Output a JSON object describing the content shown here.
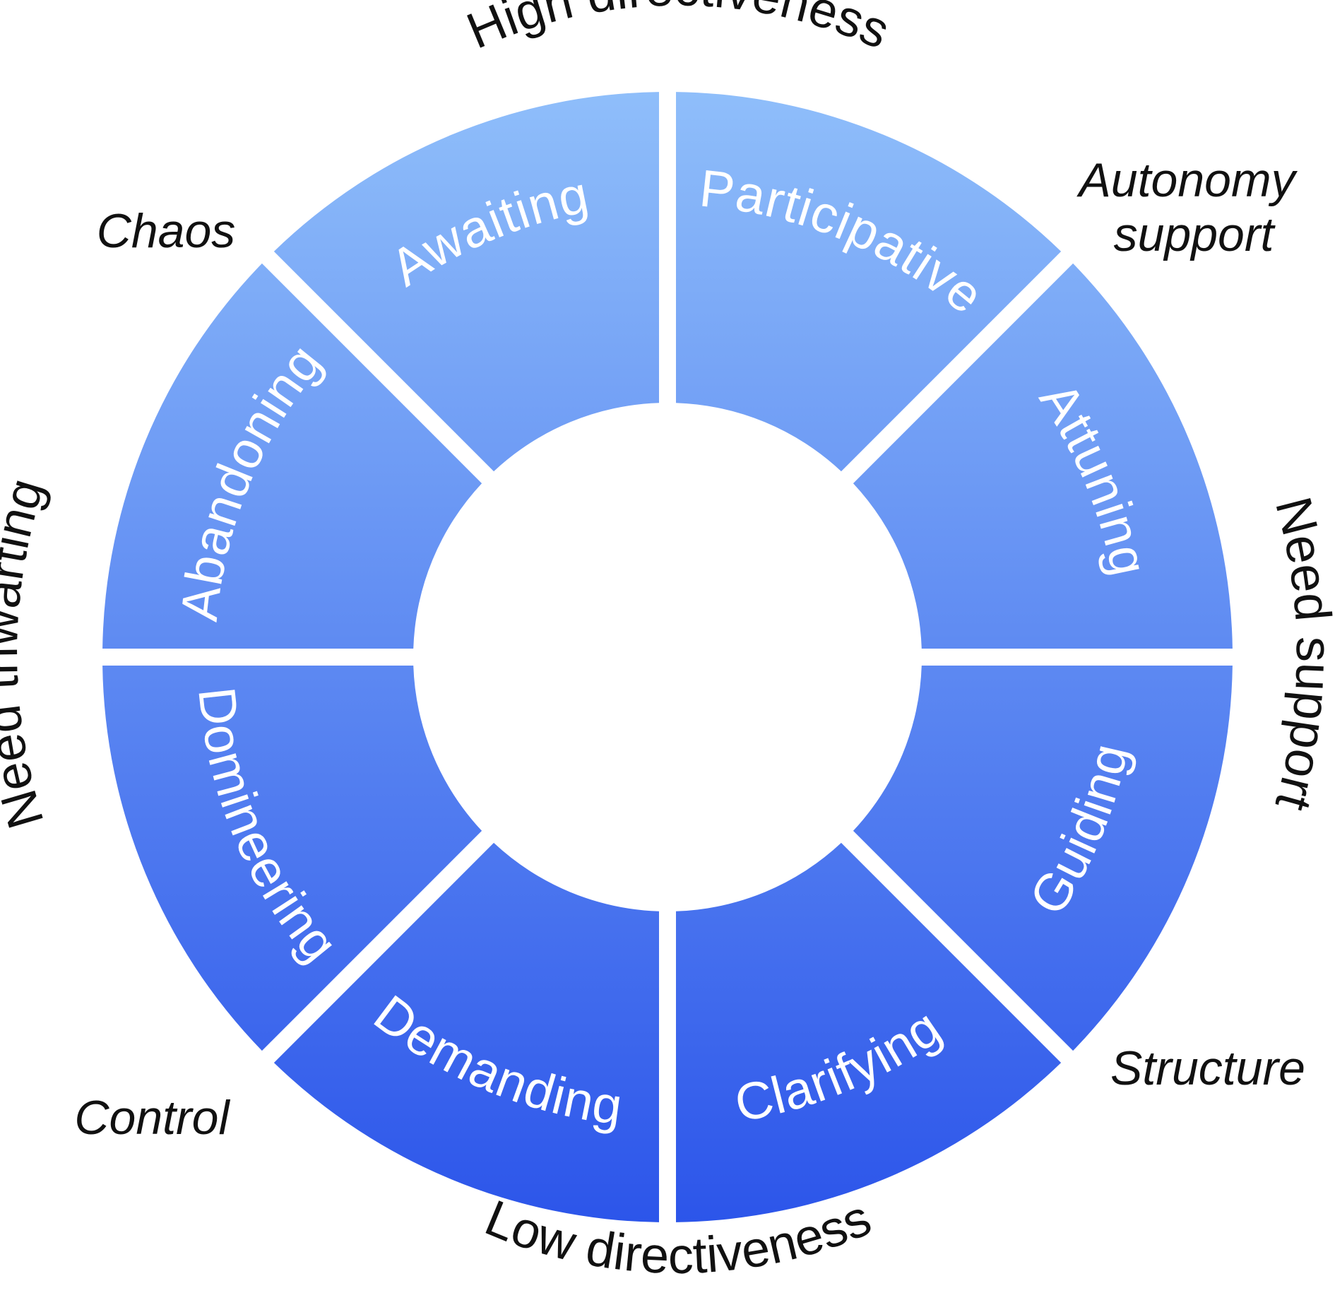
{
  "colors": {
    "segment_top": "#8fbefa",
    "segment_bottom": "#2c55ea",
    "segment_text": "#ffffff",
    "outer_text": "#111111",
    "background": "#ffffff"
  },
  "segments": [
    {
      "id": "awaiting",
      "label": "Awaiting"
    },
    {
      "id": "participative",
      "label": "Participative"
    },
    {
      "id": "attuning",
      "label": "Attuning"
    },
    {
      "id": "guiding",
      "label": "Guiding"
    },
    {
      "id": "clarifying",
      "label": "Clarifying"
    },
    {
      "id": "demanding",
      "label": "Demanding"
    },
    {
      "id": "domineering",
      "label": "Domineering"
    },
    {
      "id": "abandoning",
      "label": "Abandoning"
    }
  ],
  "axes": {
    "top": "High directiveness",
    "bottom": "Low directiveness",
    "left": "Need thwarting",
    "right": "Need support"
  },
  "corners": {
    "top_left": "Chaos",
    "top_right_line1": "Autonomy",
    "top_right_line2": "support",
    "bottom_right": "Structure",
    "bottom_left": "Control"
  }
}
